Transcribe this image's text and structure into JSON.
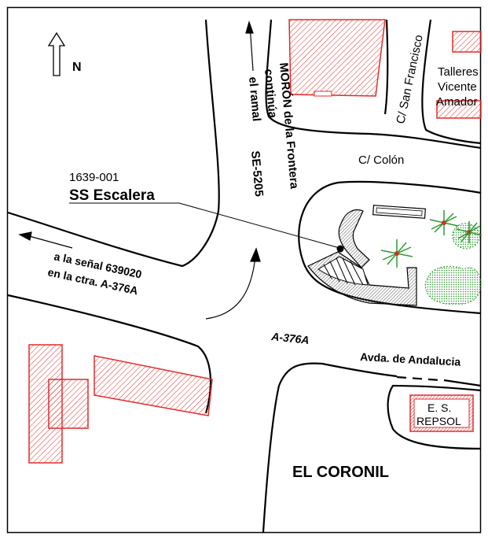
{
  "north": {
    "label": "N"
  },
  "survey_mark": {
    "code": "1639-001",
    "name": "SS Escalera"
  },
  "streets": {
    "moron_1": "MORÓN de la Frontera",
    "moron_2": "continúa",
    "moron_3": "el ramal",
    "moron_4": "SE-5205",
    "san_francisco": "C/ San Francisco",
    "colon": "C/ Colón",
    "a376a": "A-376A",
    "avda_andalucia": "Avda. de Andalucia",
    "senal_1": "a la señal 639020",
    "senal_2": "en la ctra. A-376A"
  },
  "places": {
    "talleres_1": "Talleres",
    "talleres_2": "Vicente",
    "talleres_3": "Amador",
    "repsol_1": "E. S.",
    "repsol_2": "REPSOL",
    "town": "EL CORONIL"
  },
  "colors": {
    "building": "#e32b2b",
    "vegetation": "#2e9a2e",
    "line": "#000000"
  }
}
